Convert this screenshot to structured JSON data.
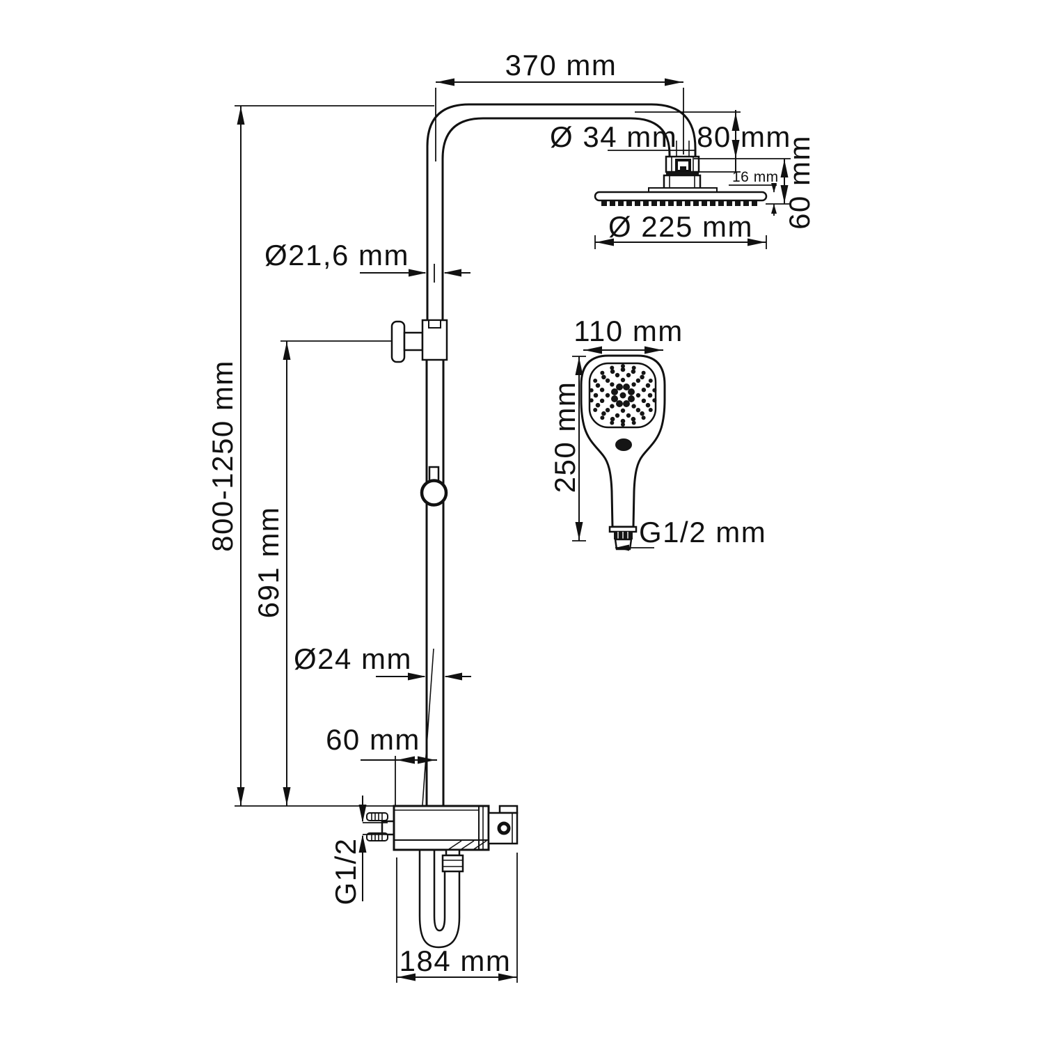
{
  "drawing": {
    "background": "#ffffff",
    "line_color": "#111111",
    "labels": {
      "arm_length": "370 mm",
      "arm_pipe_diameter": "Ø 34 mm",
      "head_drop": "80 mm",
      "head_rim_thickness": "16 mm",
      "head_total_height": "60 mm",
      "head_diameter": "Ø 225 mm",
      "riser_upper_diameter": "Ø21,6 mm",
      "column_height_range": "800-1250 mm",
      "holder_height": "691 mm",
      "handshower_width": "110 mm",
      "handshower_length": "250 mm",
      "handshower_thread": "G1/2 mm",
      "riser_lower_diameter": "Ø24 mm",
      "mixer_pipe_offset": "60 mm",
      "mixer_thread": "G1/2",
      "mixer_width": "184 mm"
    }
  }
}
